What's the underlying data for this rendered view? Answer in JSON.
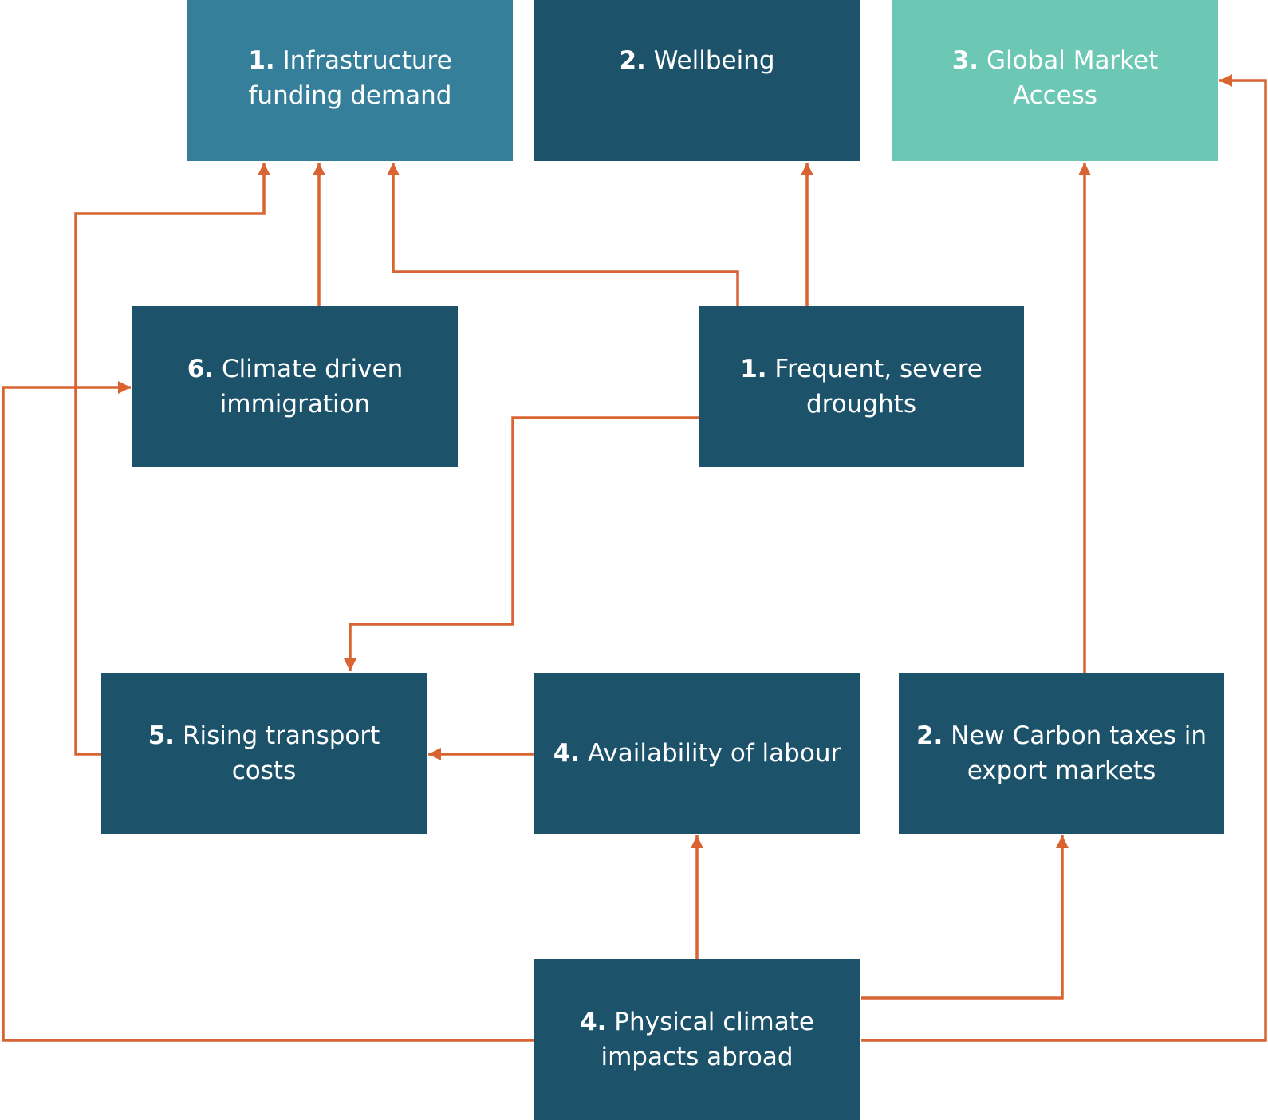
{
  "colors": {
    "edge": "#d96331",
    "box_blue": "#367f9a",
    "box_dark": "#1d536a",
    "box_teal": "#6cc7b5",
    "text": "#ffffff"
  },
  "nodes": {
    "infrastructure": {
      "num": "1.",
      "text": "Infrastructure funding demand"
    },
    "wellbeing": {
      "num": "2.",
      "text": "Wellbeing"
    },
    "market": {
      "num": "3.",
      "text": "Global Market Access"
    },
    "immigration": {
      "num": "6.",
      "text": "Climate driven immigration"
    },
    "droughts": {
      "num": "1.",
      "text": "Frequent, severe droughts"
    },
    "transport": {
      "num": "5.",
      "text": "Rising transport costs"
    },
    "labour": {
      "num": "4.",
      "text": "Availability of labour"
    },
    "carbon": {
      "num": "2.",
      "text": "New Carbon taxes in export markets"
    },
    "physical": {
      "num": "4.",
      "text": "Physical climate impacts abroad"
    }
  },
  "edges": [
    {
      "from": "transport",
      "to": "infrastructure"
    },
    {
      "from": "immigration",
      "to": "infrastructure"
    },
    {
      "from": "droughts",
      "to": "infrastructure"
    },
    {
      "from": "droughts",
      "to": "wellbeing"
    },
    {
      "from": "droughts",
      "to": "transport"
    },
    {
      "from": "labour",
      "to": "transport"
    },
    {
      "from": "carbon",
      "to": "market"
    },
    {
      "from": "physical",
      "to": "labour"
    },
    {
      "from": "physical",
      "to": "carbon"
    },
    {
      "from": "physical",
      "to": "immigration"
    },
    {
      "from": "physical",
      "to": "market"
    }
  ]
}
